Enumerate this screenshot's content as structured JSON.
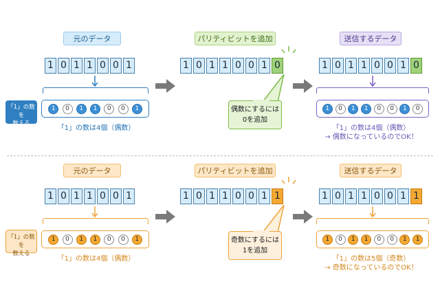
{
  "top": {
    "label_original": "元のデータ",
    "label_add_parity": "パリティビットを追加",
    "label_send": "送信するデータ",
    "original_bits": [
      "1",
      "0",
      "1",
      "1",
      "0",
      "0",
      "1"
    ],
    "parity_bit": "0",
    "side_label_line1": "「1」の数を",
    "side_label_line2": "数える",
    "circles": [
      "1",
      "0",
      "1",
      "1",
      "0",
      "0",
      "1"
    ],
    "count_text": "「1」の数は4個（偶数）",
    "callout_line1": "偶数にするには",
    "callout_line2": "0を追加",
    "send_circles": [
      "1",
      "0",
      "1",
      "1",
      "0",
      "0",
      "1",
      "0"
    ],
    "result_line1": "「1」の数は4個（偶数）",
    "result_line2": "→ 偶数になっているのでOK！"
  },
  "bottom": {
    "label_original": "元のデータ",
    "label_add_parity": "パリティビットを追加",
    "label_send": "送信するデータ",
    "original_bits": [
      "1",
      "0",
      "1",
      "1",
      "0",
      "0",
      "1"
    ],
    "parity_bit": "1",
    "side_label_line1": "「1」の数を",
    "side_label_line2": "数える",
    "circles": [
      "1",
      "0",
      "1",
      "1",
      "0",
      "0",
      "1"
    ],
    "count_text": "「1」の数は4個（偶数）",
    "callout_line1": "奇数にするには",
    "callout_line2": "1を追加",
    "send_circles": [
      "1",
      "0",
      "1",
      "1",
      "0",
      "0",
      "1",
      "1"
    ],
    "result_line1": "「1」の数は5個（奇数）",
    "result_line2": "→ 奇数になっているのでOK！"
  },
  "colors": {
    "blue": "#2e7fc2",
    "green": "#7dba4a",
    "purple": "#7a62c7",
    "orange": "#eea33a",
    "arrow_gray": "#7a7a7a"
  }
}
